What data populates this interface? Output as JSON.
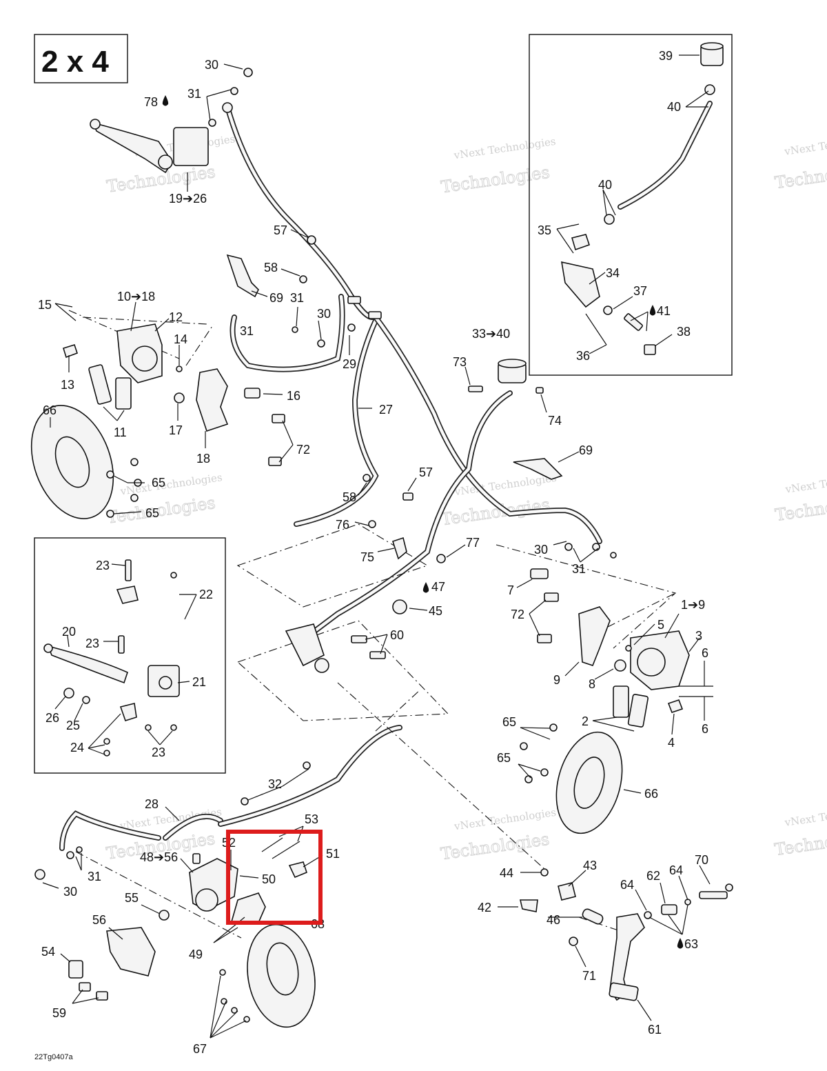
{
  "title": "2 x 4",
  "drawing_code": "22Tg0407a",
  "watermark": {
    "line1": "vNext Technologies",
    "line2": "Technologies"
  },
  "callouts": {
    "c30a": "30",
    "c31a": "31",
    "c78": "78",
    "c19": "19➔26",
    "c57a": "57",
    "c58a": "58",
    "c69a": "69",
    "c31b": "31",
    "c30b": "30",
    "c31c": "31",
    "c29": "29",
    "c15": "15",
    "c1018": "10➔18",
    "c12": "12",
    "c14": "14",
    "c13": "13",
    "c11": "11",
    "c17": "17",
    "c16": "16",
    "c18": "18",
    "c72a": "72",
    "c66a": "66",
    "c65a": "65",
    "c65b": "65",
    "c27": "27",
    "c57b": "57",
    "c58b": "58",
    "c76": "76",
    "c75": "75",
    "c77": "77",
    "c73": "73",
    "c3340": "33➔40",
    "c74": "74",
    "c69b": "69",
    "c30c": "30",
    "c31d": "31",
    "c39": "39",
    "c40a": "40",
    "c40b": "40",
    "c35": "35",
    "c34": "34",
    "c37": "37",
    "c41": "41",
    "c38": "38",
    "c36": "36",
    "c23a": "23",
    "c22": "22",
    "c20": "20",
    "c23b": "23",
    "c21": "21",
    "c26": "26",
    "c25": "25",
    "c24": "24",
    "c23c": "23",
    "c47": "47",
    "c45": "45",
    "c60": "60",
    "c7": "7",
    "c72b": "72",
    "c19b": "1➔9",
    "c5": "5",
    "c3": "3",
    "c6a": "6",
    "c6b": "6",
    "c9": "9",
    "c8": "8",
    "c2": "2",
    "c4": "4",
    "c65c": "65",
    "c65d": "65",
    "c66b": "66",
    "c32": "32",
    "c28": "28",
    "c53": "53",
    "c52": "52",
    "c51": "51",
    "c50": "50",
    "c4856": "48➔56",
    "c30d": "30",
    "c31e": "31",
    "c55": "55",
    "c56": "56",
    "c68": "68",
    "c49": "49",
    "c54": "54",
    "c59": "59",
    "c67": "67",
    "c44": "44",
    "c43": "43",
    "c42": "42",
    "c46": "46",
    "c64a": "64",
    "c62": "62",
    "c64b": "64",
    "c70": "70",
    "c63": "63",
    "c71": "71",
    "c61": "61"
  },
  "highlight_color": "#dd1c1c"
}
